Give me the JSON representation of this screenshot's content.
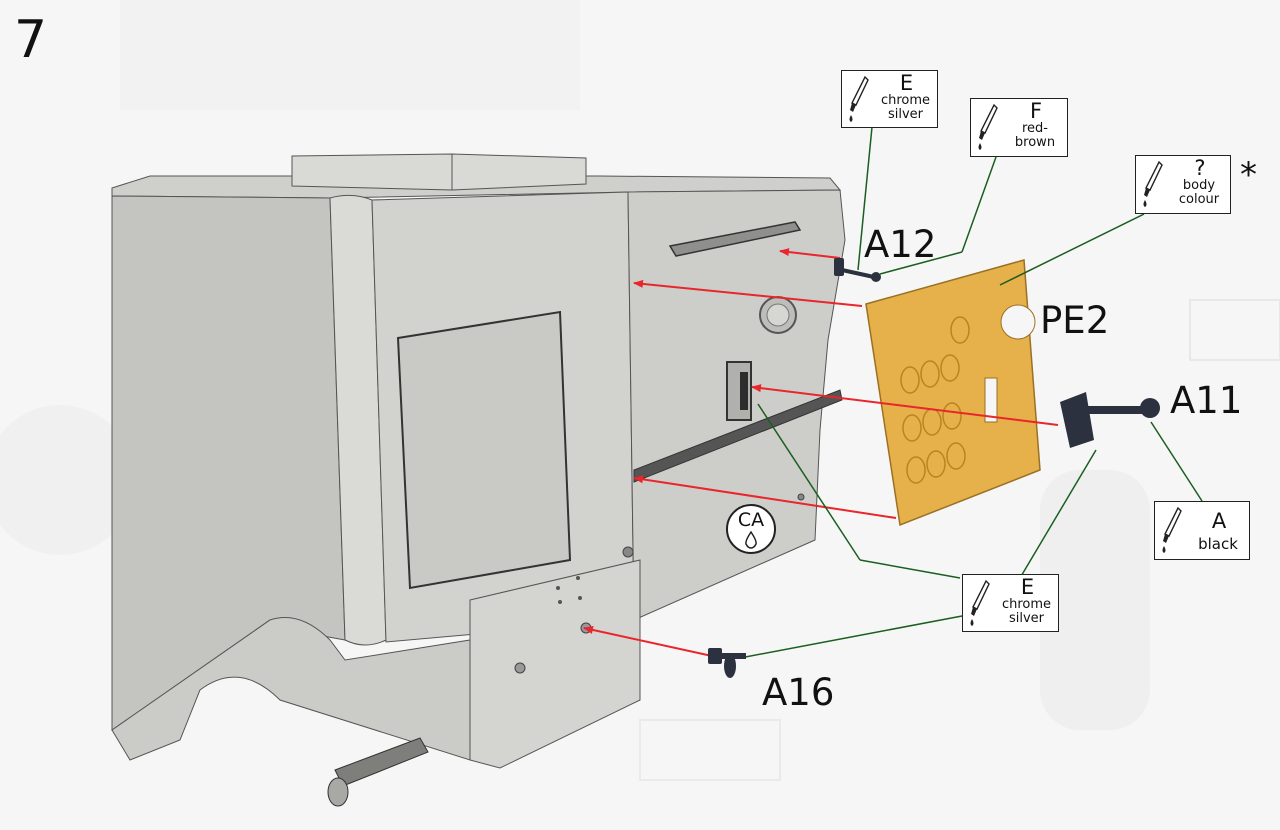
{
  "step": "7",
  "parts": {
    "a12": "A12",
    "pe2": "PE2",
    "a11": "A11",
    "a16": "A16"
  },
  "paints": {
    "e_top": {
      "code": "E",
      "name_line1": "chrome",
      "name_line2": "silver"
    },
    "f": {
      "code": "F",
      "name_line1": "red-",
      "name_line2": "brown"
    },
    "body": {
      "code": "?",
      "name_line1": "body",
      "name_line2": "colour"
    },
    "a": {
      "code": "A",
      "name_line1": "",
      "name_line2": "black"
    },
    "e_bottom": {
      "code": "E",
      "name_line1": "chrome",
      "name_line2": "silver"
    }
  },
  "asterisk": "*",
  "glue": {
    "label": "CA"
  },
  "colors": {
    "arrow": "#e8262b",
    "leader": "#1b5e20",
    "body_light": "#d6d6d2",
    "body_mid": "#c3c3bf",
    "body_dark": "#a9a9a5",
    "etched_brass": "#e6b04a",
    "plastic_part": "#2c3140"
  },
  "icons": [
    "paintbrush-icon",
    "drop-icon"
  ]
}
